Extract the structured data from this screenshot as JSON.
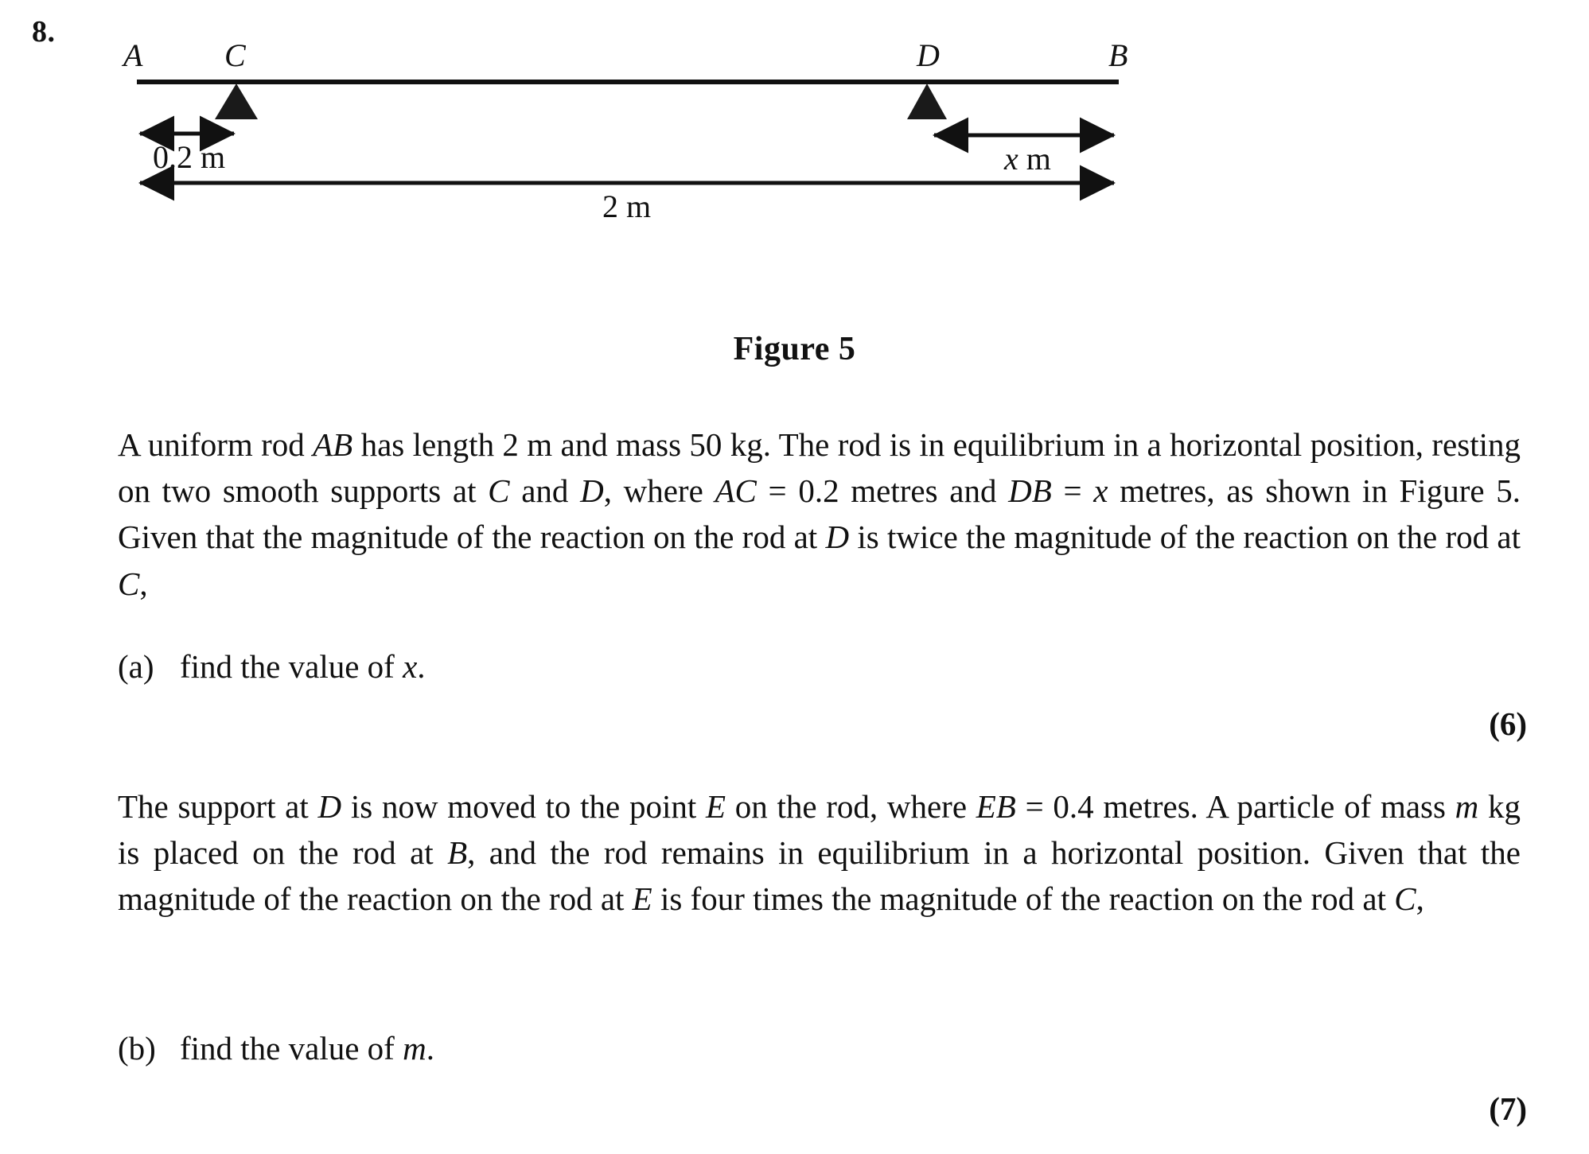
{
  "question": {
    "number": "8."
  },
  "figure": {
    "caption": "Figure 5",
    "point_labels": {
      "a": "A",
      "c": "C",
      "d": "D",
      "b": "B"
    },
    "dimensions": {
      "ac": "0.2 m",
      "db_var": "x",
      "db_unit": "m",
      "ab": "2 m"
    }
  },
  "paragraphs": {
    "intro_1": "A uniform rod ",
    "intro_ab": "AB",
    "intro_2": " has length 2 m and mass 50 kg.  The rod is in equilibrium in a horizontal position, resting on two smooth supports at ",
    "intro_c": "C",
    "intro_3": " and ",
    "intro_d": "D",
    "intro_4": ", where ",
    "intro_ac": "AC",
    "intro_5": " = 0.2 metres and ",
    "intro_db": "DB",
    "intro_6": " = ",
    "intro_x": "x",
    "intro_7": " metres, as shown in Figure 5.  Given that the magnitude of the reaction on the rod at ",
    "intro_d2": "D",
    "intro_8": " is twice the magnitude of the reaction on the rod at ",
    "intro_c2": "C",
    "intro_9": ",",
    "second_1": "The support at ",
    "second_d": "D",
    "second_2": " is now moved to the point ",
    "second_e": "E",
    "second_3": " on the rod, where ",
    "second_eb": "EB",
    "second_4": " = 0.4 metres.  A particle of mass ",
    "second_m": "m",
    "second_5": " kg is placed on the rod at ",
    "second_b": "B",
    "second_6": ", and the rod remains in equilibrium in a horizontal position.  Given that the magnitude of the reaction on the rod at ",
    "second_e2": "E",
    "second_7": " is four times the magnitude of the reaction on the rod at ",
    "second_c": "C",
    "second_8": ","
  },
  "parts": {
    "a": {
      "label": "(a)",
      "text_1": "find the value of ",
      "text_var": "x",
      "text_2": ".",
      "marks": "(6)"
    },
    "b": {
      "label": "(b)",
      "text_1": "find the value of ",
      "text_var": "m",
      "text_2": ".",
      "marks": "(7)"
    }
  },
  "colors": {
    "ink": "#111111",
    "page": "#ffffff"
  }
}
